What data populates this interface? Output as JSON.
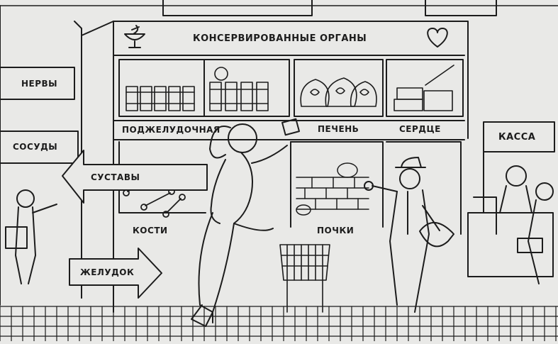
{
  "title": "КОНСЕРВИРОВАННЫЕ ОРГАНЫ",
  "signs": {
    "nervy": "НЕРВЫ",
    "sosudy": "СОСУДЫ",
    "sustavy": "СУСТАВЫ",
    "zheludok": "ЖЕЛУДОК",
    "kosti": "КОСТИ",
    "podzheludochnaya": "ПОДЖЕЛУДОЧНАЯ",
    "pechen": "ПЕЧЕНЬ",
    "serdce": "СЕРДЦЕ",
    "pochki": "ПОЧКИ",
    "kassa": "КАССА"
  },
  "icons": [
    "pharmacy-bowl-icon",
    "heart-icon"
  ],
  "colors": {
    "ink": "#1c1c1c",
    "paper": "#e9e9e7"
  }
}
